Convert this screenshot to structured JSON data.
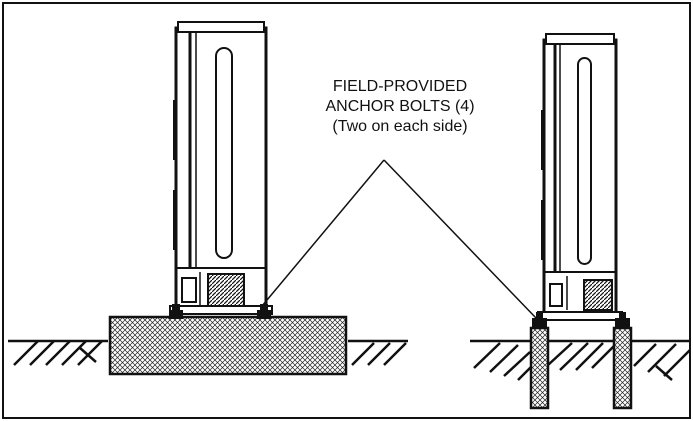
{
  "callout": {
    "line1": "FIELD-PROVIDED",
    "line2": "ANCHOR BOLTS (4)",
    "line3": "(Two on each side)"
  },
  "colors": {
    "ink": "#111111",
    "background": "#ffffff"
  }
}
